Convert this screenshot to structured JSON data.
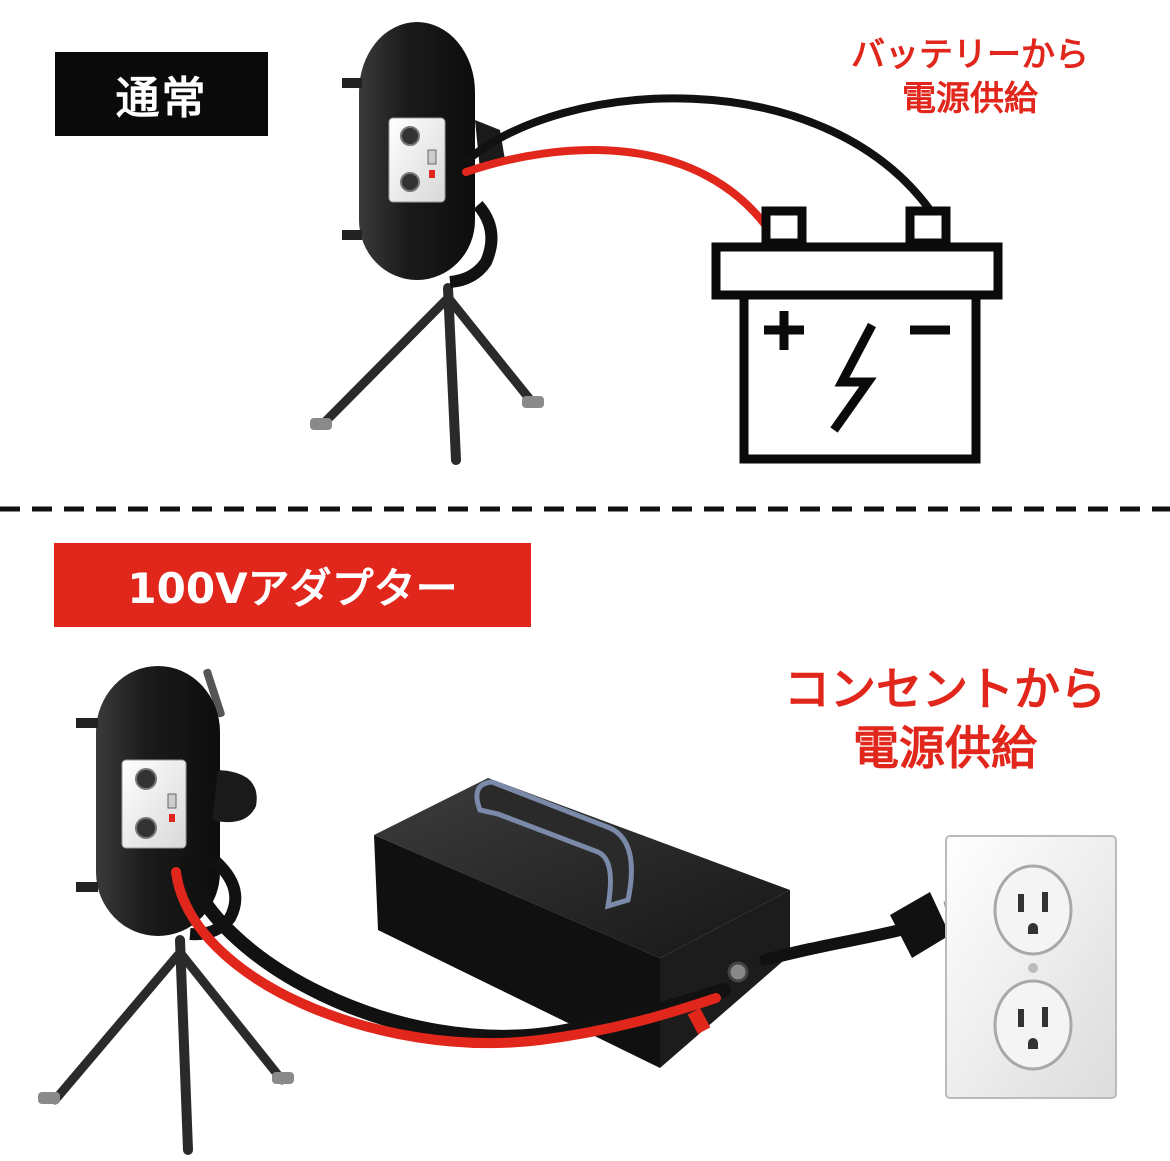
{
  "sections": {
    "normal": {
      "label": "通常",
      "caption_lines": [
        "バッテリーから",
        "電源供給"
      ],
      "source_icon": "car-battery-icon",
      "battery_plus": "+",
      "battery_minus": "−"
    },
    "adapter": {
      "label": "100Vアダプター",
      "caption_lines": [
        "コンセントから",
        "電源供給"
      ],
      "source_icon": "wall-outlet-icon"
    }
  },
  "colors": {
    "label_normal_bg": "#0a0a0a",
    "label_adapter_bg": "#e1261c",
    "caption_text": "#e1261c",
    "cable_red": "#e1261c",
    "cable_black": "#111111"
  },
  "icons": [
    "pitching-machine-icon",
    "tripod-icon",
    "car-battery-icon",
    "ac-adapter-box-icon",
    "power-plug-icon",
    "wall-outlet-icon"
  ]
}
